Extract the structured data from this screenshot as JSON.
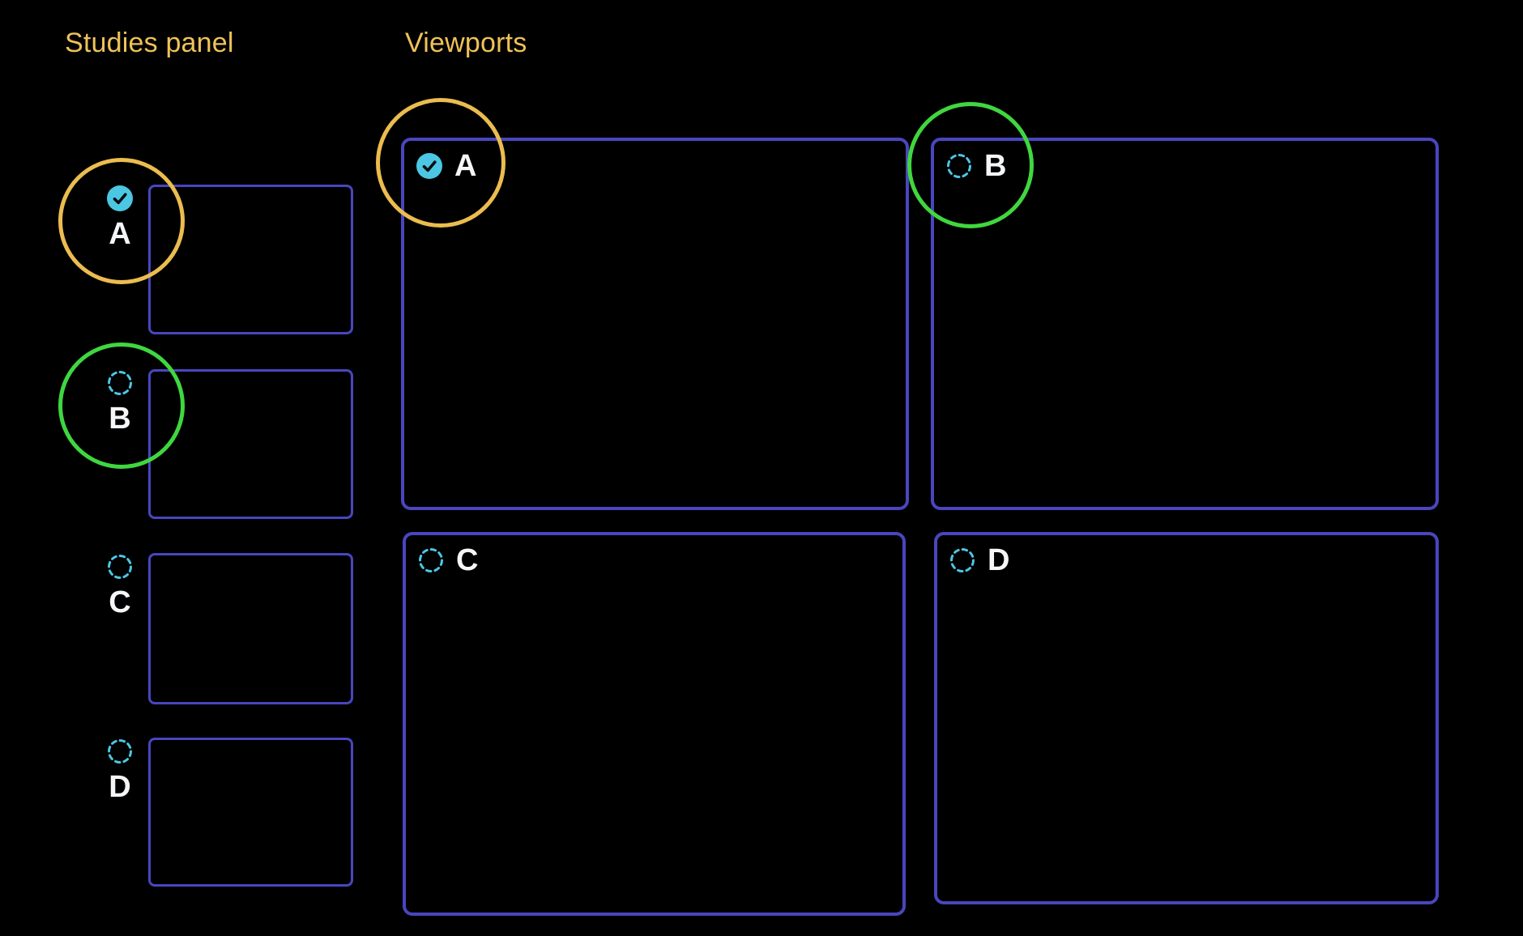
{
  "colors": {
    "background": "#000000",
    "accent-yellow": "#EFC258",
    "annotation-orange": "#EBBC4F",
    "annotation-green": "#3FD73F",
    "accent-cyan": "#4CC7E3",
    "frame-indigo": "#4946BE",
    "label-white": "#F5F6F8"
  },
  "studies_panel": {
    "title": "Studies panel",
    "items": [
      {
        "label": "A",
        "state": "checked",
        "icon": "check-circle-icon",
        "annotation": "orange-circle"
      },
      {
        "label": "B",
        "state": "unchecked",
        "icon": "dashed-circle-icon",
        "annotation": "green-circle"
      },
      {
        "label": "C",
        "state": "unchecked",
        "icon": "dashed-circle-icon",
        "annotation": ""
      },
      {
        "label": "D",
        "state": "unchecked",
        "icon": "dashed-circle-icon",
        "annotation": ""
      }
    ]
  },
  "viewports_panel": {
    "title": "Viewports",
    "viewports": [
      {
        "label": "A",
        "state": "checked",
        "icon": "check-circle-icon",
        "annotation": "orange-circle"
      },
      {
        "label": "B",
        "state": "unchecked",
        "icon": "dashed-circle-icon",
        "annotation": "green-circle"
      },
      {
        "label": "C",
        "state": "unchecked",
        "icon": "dashed-circle-icon",
        "annotation": ""
      },
      {
        "label": "D",
        "state": "unchecked",
        "icon": "dashed-circle-icon",
        "annotation": ""
      }
    ]
  }
}
